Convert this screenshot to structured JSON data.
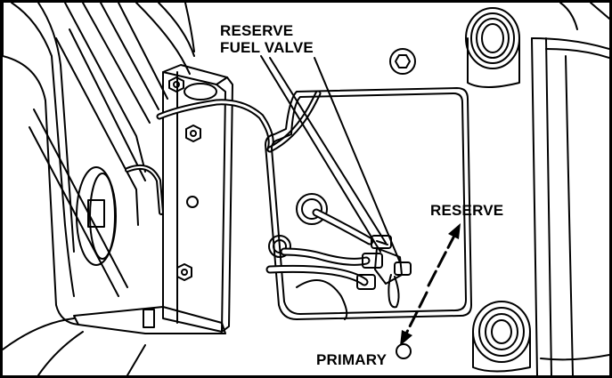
{
  "labels": {
    "valve_line1": "RESERVE",
    "valve_line2": "FUEL VALVE",
    "reserve": "RESERVE",
    "primary": "PRIMARY"
  },
  "colors": {
    "ink": "#000000",
    "paper": "#ffffff"
  }
}
